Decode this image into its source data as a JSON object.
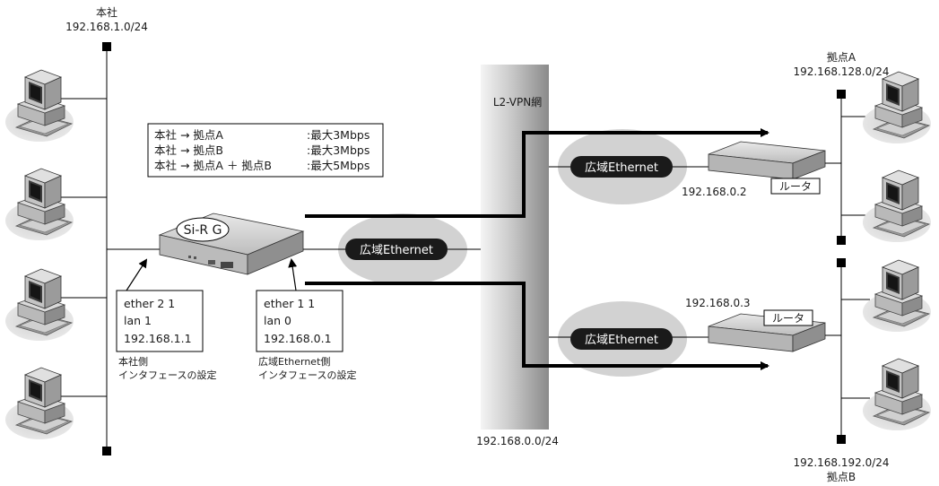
{
  "hq": {
    "name": "本社",
    "network": "192.168.1.0/24"
  },
  "site_a": {
    "name": "拠点A",
    "network": "192.168.128.0/24",
    "router_ip": "192.168.0.2",
    "router_label": "ルータ"
  },
  "site_b": {
    "name": "拠点B",
    "network": "192.168.192.0/24",
    "router_ip": "192.168.0.3",
    "router_label": "ルータ"
  },
  "vpn": {
    "name": "L2-VPN網",
    "network": "192.168.0.0/24",
    "cloud_label": "広域Ethernet"
  },
  "sir": {
    "label": "Si-R G"
  },
  "bandwidth": [
    {
      "route": "本社 → 拠点A",
      "limit": ":最大3Mbps"
    },
    {
      "route": "本社 → 拠点B",
      "limit": ":最大3Mbps"
    },
    {
      "route": "本社 → 拠点A ＋ 拠点B",
      "limit": ":最大5Mbps"
    }
  ],
  "lan_if": {
    "line1": "ether 2 1",
    "line2": "lan 1",
    "line3": "192.168.1.1",
    "caption1": "本社側",
    "caption2": "インタフェースの設定"
  },
  "wan_if": {
    "line1": "ether 1 1",
    "line2": "lan 0",
    "line3": "192.168.0.1",
    "caption1": "広域Ethernet側",
    "caption2": "インタフェースの設定"
  }
}
